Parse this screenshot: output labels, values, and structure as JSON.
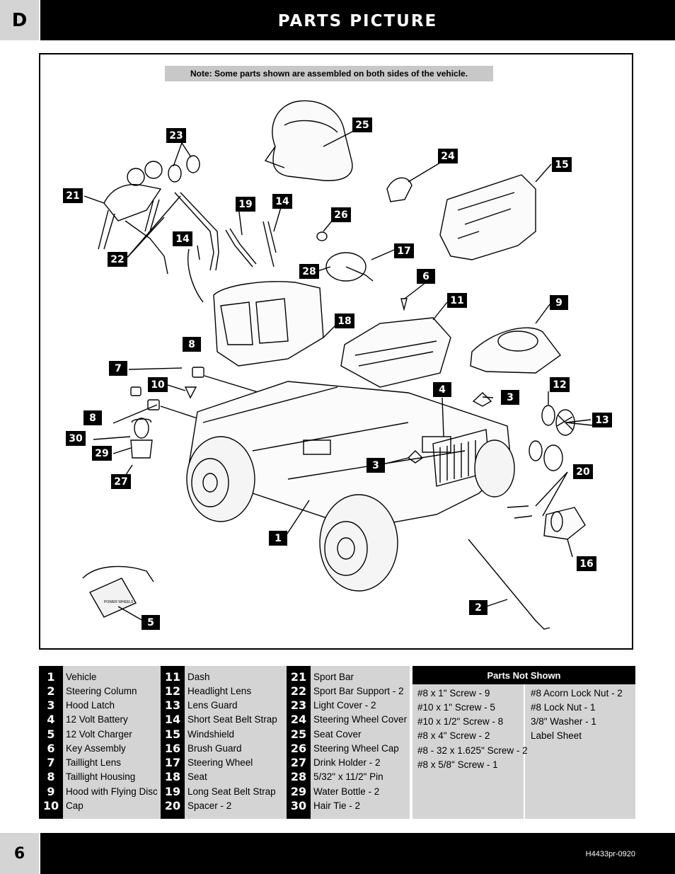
{
  "header": {
    "section_letter": "D",
    "title": "PARTS PICTURE"
  },
  "note": "Note: Some parts shown are assembled on both sides of the vehicle.",
  "callouts": [
    "23",
    "25",
    "24",
    "15",
    "21",
    "19",
    "14",
    "26",
    "14",
    "17",
    "22",
    "28",
    "6",
    "11",
    "9",
    "18",
    "8",
    "7",
    "10",
    "4",
    "3",
    "12",
    "8",
    "13",
    "30",
    "29",
    "3",
    "20",
    "27",
    "1",
    "16",
    "2",
    "5"
  ],
  "parts": [
    {
      "num": "1",
      "name": "Vehicle"
    },
    {
      "num": "2",
      "name": "Steering Column"
    },
    {
      "num": "3",
      "name": "Hood Latch"
    },
    {
      "num": "4",
      "name": "12 Volt Battery"
    },
    {
      "num": "5",
      "name": "12 Volt Charger"
    },
    {
      "num": "6",
      "name": "Key Assembly"
    },
    {
      "num": "7",
      "name": "Taillight Lens"
    },
    {
      "num": "8",
      "name": "Taillight Housing"
    },
    {
      "num": "9",
      "name": "Hood with Flying Disc"
    },
    {
      "num": "10",
      "name": "Cap"
    },
    {
      "num": "11",
      "name": "Dash"
    },
    {
      "num": "12",
      "name": "Headlight Lens"
    },
    {
      "num": "13",
      "name": "Lens Guard"
    },
    {
      "num": "14",
      "name": "Short Seat Belt Strap"
    },
    {
      "num": "15",
      "name": "Windshield"
    },
    {
      "num": "16",
      "name": "Brush Guard"
    },
    {
      "num": "17",
      "name": "Steering Wheel"
    },
    {
      "num": "18",
      "name": "Seat"
    },
    {
      "num": "19",
      "name": "Long Seat Belt Strap"
    },
    {
      "num": "20",
      "name": "Spacer - 2"
    },
    {
      "num": "21",
      "name": "Sport Bar"
    },
    {
      "num": "22",
      "name": "Sport Bar Support - 2"
    },
    {
      "num": "23",
      "name": "Light Cover - 2"
    },
    {
      "num": "24",
      "name": "Steering Wheel Cover"
    },
    {
      "num": "25",
      "name": "Seat Cover"
    },
    {
      "num": "26",
      "name": "Steering Wheel Cap"
    },
    {
      "num": "27",
      "name": "Drink Holder - 2"
    },
    {
      "num": "28",
      "name": "5/32\" x 11/2\" Pin"
    },
    {
      "num": "29",
      "name": "Water Bottle - 2"
    },
    {
      "num": "30",
      "name": "Hair Tie - 2"
    }
  ],
  "parts_not_shown": {
    "title": "Parts Not Shown",
    "left": [
      "#8 x 1\" Screw - 9",
      "#10 x 1\" Screw - 5",
      "#10 x 1/2\" Screw - 8",
      "#8 x 4\" Screw - 2",
      "#8 - 32 x 1.625\" Screw - 2",
      "#8 x 5/8\" Screw - 1"
    ],
    "right": [
      "#8 Acorn Lock Nut - 2",
      "#8 Lock Nut - 1",
      "3/8\" Washer - 1",
      "Label Sheet"
    ]
  },
  "charger_label": "POWER WHEELS",
  "footer": {
    "page_number": "6",
    "code": "H4433pr-0920"
  }
}
